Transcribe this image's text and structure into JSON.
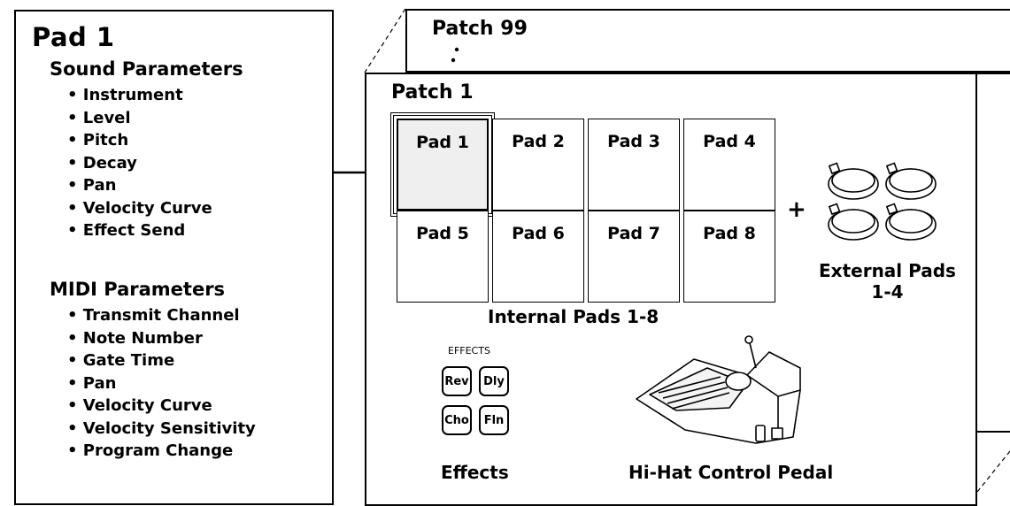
{
  "panel": {
    "title": "Pad 1",
    "sound_title": "Sound Parameters",
    "sound_items": [
      "• Instrument",
      "• Level",
      "• Pitch",
      "• Decay",
      "• Pan",
      "• Velocity Curve",
      "• Effect Send"
    ],
    "midi_title": "MIDI Parameters",
    "midi_items": [
      "• Transmit Channel",
      "• Note Number",
      "• Gate Time",
      "• Pan",
      "• Velocity Curve",
      "• Velocity Sensitivity",
      "• Program Change"
    ]
  },
  "patches": {
    "back_label": "Patch 99",
    "front_label": "Patch 1"
  },
  "pads": [
    "Pad 1",
    "Pad 2",
    "Pad 3",
    "Pad 4",
    "Pad 5",
    "Pad 6",
    "Pad 7",
    "Pad 8"
  ],
  "labels": {
    "internal_pads": "Internal Pads 1-8",
    "plus": "+",
    "external_pads_line1": "External Pads",
    "external_pads_line2": "1-4",
    "effects_small": "EFFECTS",
    "effects": "Effects",
    "hihat": "Hi-Hat Control Pedal"
  },
  "effects_buttons": [
    "Rev",
    "Dly",
    "Cho",
    "Fln"
  ],
  "icons": [
    "arrow-left-icon",
    "drum-pad-icon",
    "hihat-pedal-icon",
    "ellipsis-icon"
  ]
}
